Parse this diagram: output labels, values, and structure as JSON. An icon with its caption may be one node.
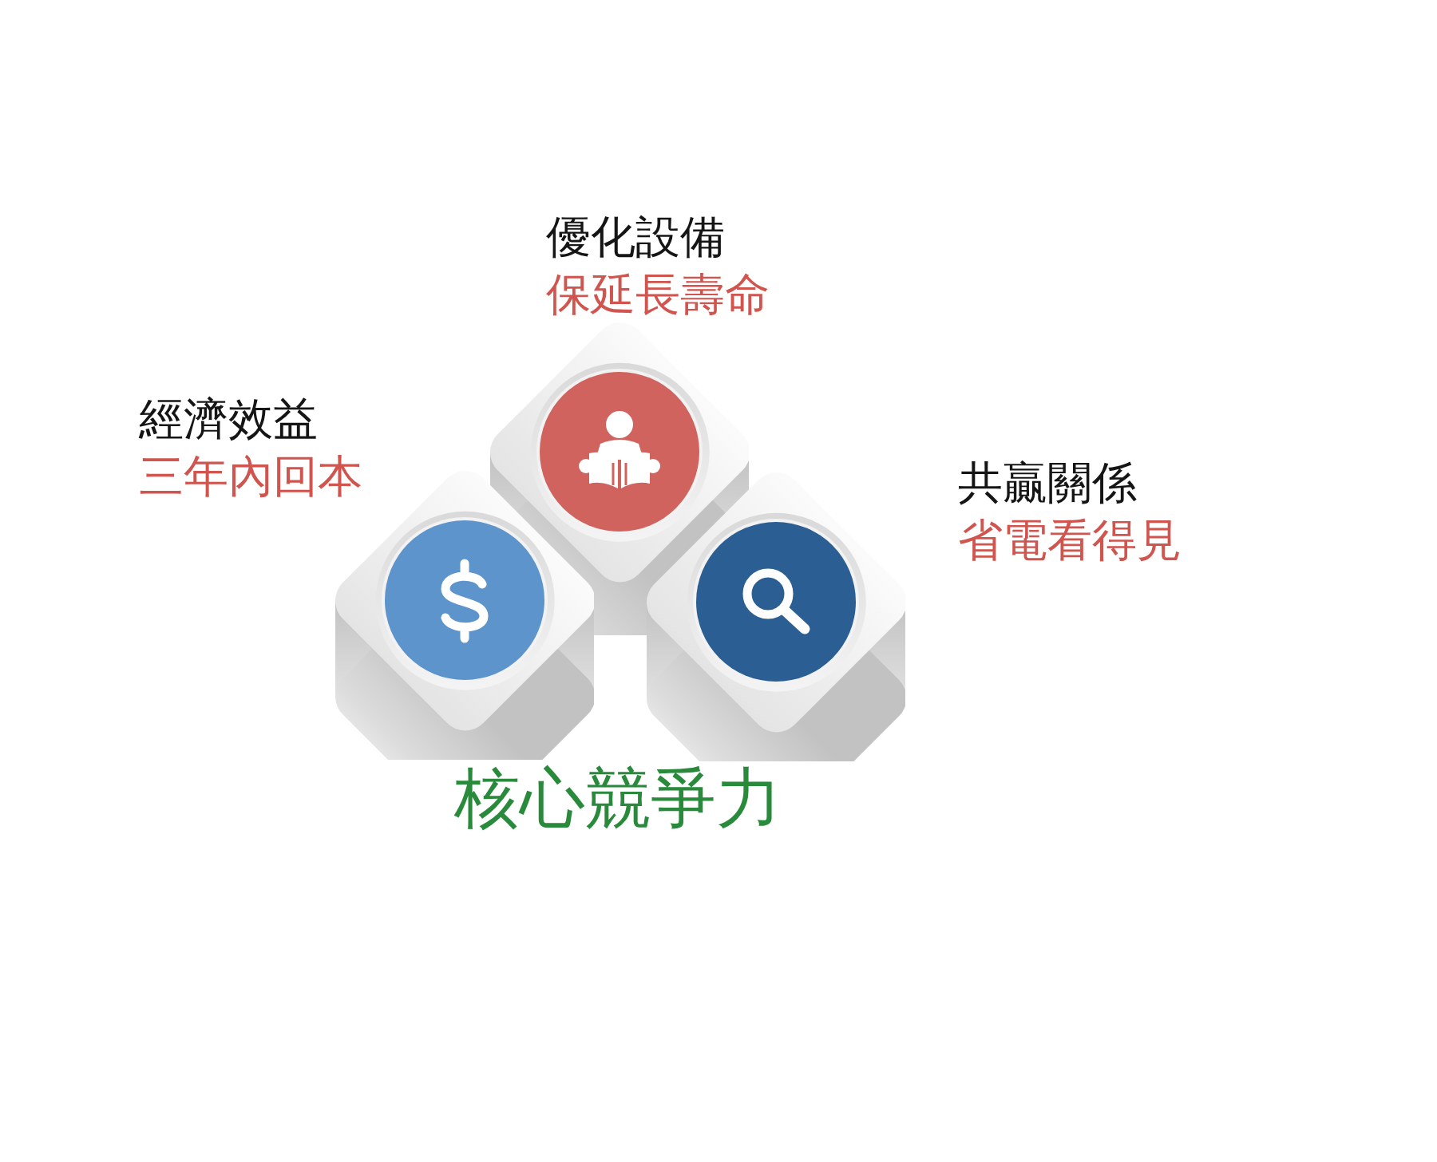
{
  "diagram": {
    "nodes": [
      {
        "text": [],
        "shape": "diamond",
        "beside": [
          "優化設備",
          "保延長壽命"
        ]
      },
      {
        "text": [],
        "shape": "diamond",
        "beside": [
          "經濟效益",
          "三年內回本"
        ]
      },
      {
        "text": [],
        "shape": "diamond",
        "beside": [
          "共贏關係",
          "省電看得見"
        ]
      }
    ],
    "labels": [
      "核心競爭力"
    ]
  }
}
